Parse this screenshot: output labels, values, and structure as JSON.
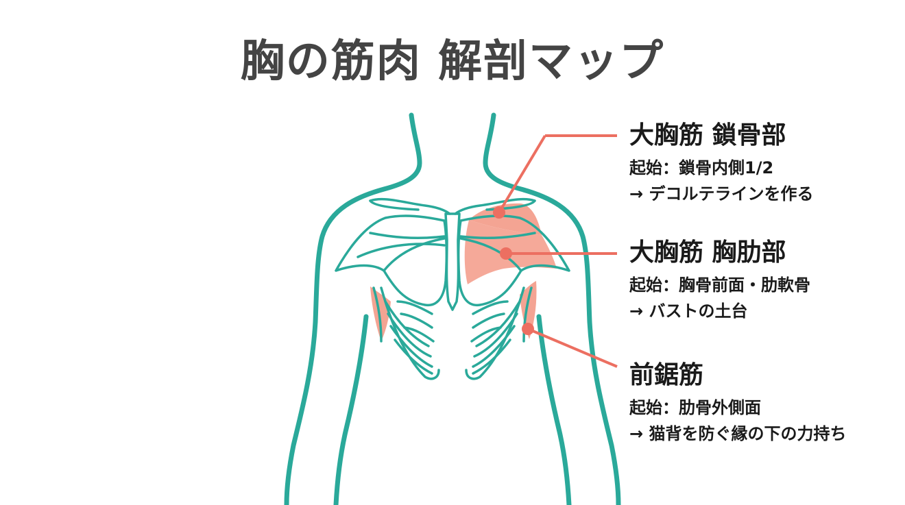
{
  "title": "胸の筋肉 解剖マップ",
  "colors": {
    "outline": "#2aa99a",
    "muscle_fill": "#f4a493",
    "leader": "#ec6f61",
    "text": "#1a1a1a",
    "title": "#444444"
  },
  "labels": [
    {
      "name": "大胸筋 鎖骨部",
      "origin": "起始：鎖骨内側1/2",
      "effect": "→ デコルテラインを作る"
    },
    {
      "name": "大胸筋 胸肋部",
      "origin": "起始：胸骨前面・肋軟骨",
      "effect": "→ バストの土台"
    },
    {
      "name": "前鋸筋",
      "origin": "起始：肋骨外側面",
      "effect": "→ 猫背を防ぐ縁の下の力持ち"
    }
  ]
}
